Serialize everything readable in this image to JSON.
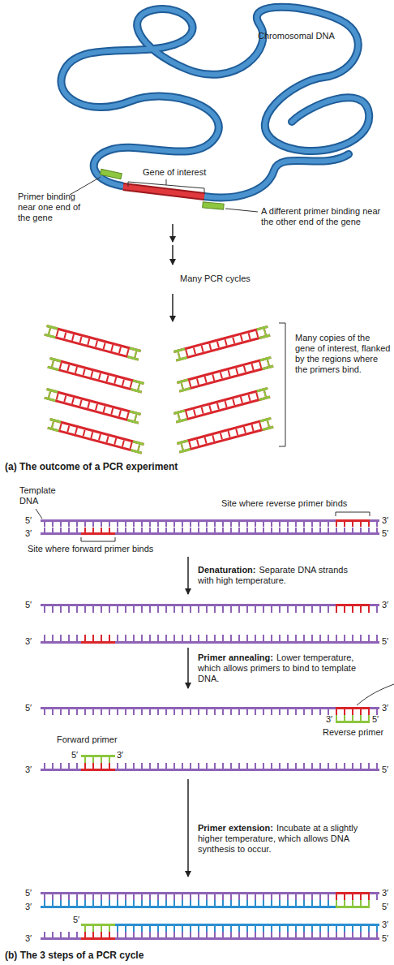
{
  "diagram": {
    "labels": [
      "Chromosomal DNA",
      "Gene of interest",
      "Primer binding near one end of the gene",
      "A different primer binding near the other end of the gene",
      "Many PCR cycles",
      "Many copies of the gene of interest, flanked by the regions where the primers bind.",
      "(a) The outcome of a PCR experiment",
      "Template DNA",
      "Site where reverse primer binds",
      "5′",
      "3′",
      "3′",
      "5′",
      "Site where forward primer binds",
      "Denaturation:",
      "Separate DNA strands with high temperature.",
      "5′",
      "3′",
      "3′",
      "5′",
      "Primer annealing:",
      "Lower temperature, which allows primers to bind to template DNA.",
      "5′",
      "3′",
      "3′",
      "5′",
      "Forward primer",
      "Reverse primer",
      "5′",
      "3′",
      "3′",
      "5′",
      "Primer extension:",
      "Incubate at a slightly higher temperature, which allows DNA synthesis to occur.",
      "5′",
      "3′",
      "3′",
      "5′",
      "5′",
      "3′",
      "3′",
      "5′",
      "(b) The 3 steps of a PCR cycle"
    ]
  }
}
